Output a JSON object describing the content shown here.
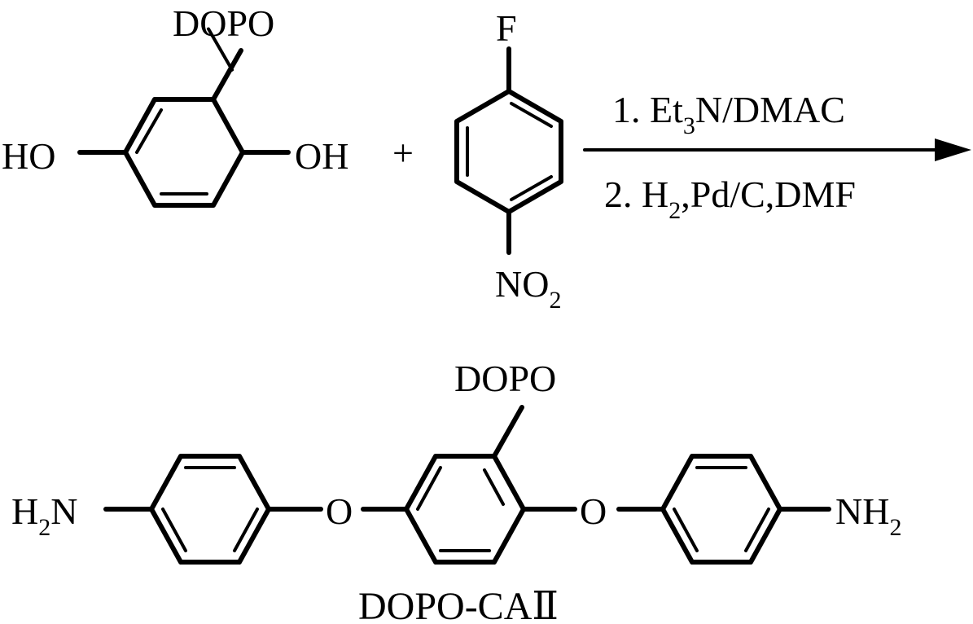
{
  "reactant1": {
    "substituent": "DOPO",
    "left_group": "HO",
    "right_group": "OH"
  },
  "plus": "+",
  "reactant2": {
    "top_atom": "F",
    "bottom_group": "NO",
    "bottom_group_sub": "2"
  },
  "conditions": {
    "step1_a": "1. Et",
    "step1_sub": "3",
    "step1_b": "N/DMAC",
    "step2_a": "2. H",
    "step2_sub": "2",
    "step2_b": ",Pd/C,DMF"
  },
  "product": {
    "substituent": "DOPO",
    "left_amine": "H",
    "left_amine_sub": "2",
    "left_amine_n": "N",
    "ether_left": "O",
    "ether_right": "O",
    "right_amine": "NH",
    "right_amine_sub": "2",
    "name": "DOPO-CAⅡ"
  }
}
